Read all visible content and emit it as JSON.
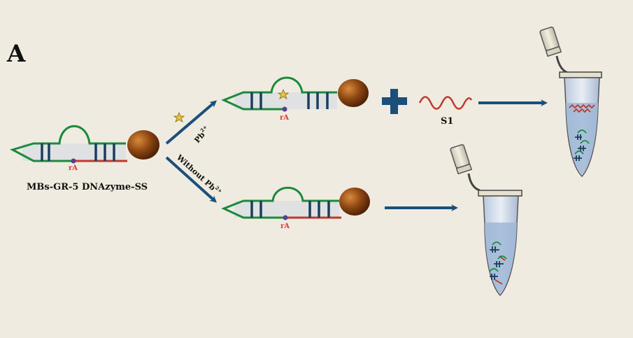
{
  "panel_label": "A",
  "probe_label": "MBs-GR-5 DNAzyme-SS",
  "cleavage_site": "rA",
  "ion_label": "Pb",
  "ion_charge": "2+",
  "without_prefix": "Without",
  "strand_label": "S1",
  "colors": {
    "background": "#efebe1",
    "stem": "#1a3d5c",
    "substrate": "#1b8a3c",
    "dnazyme": "#c0392b",
    "bead": "#7a3a0e",
    "arrow": "#1b4f7a",
    "site": "#e53935",
    "star": "#e9c23a"
  }
}
